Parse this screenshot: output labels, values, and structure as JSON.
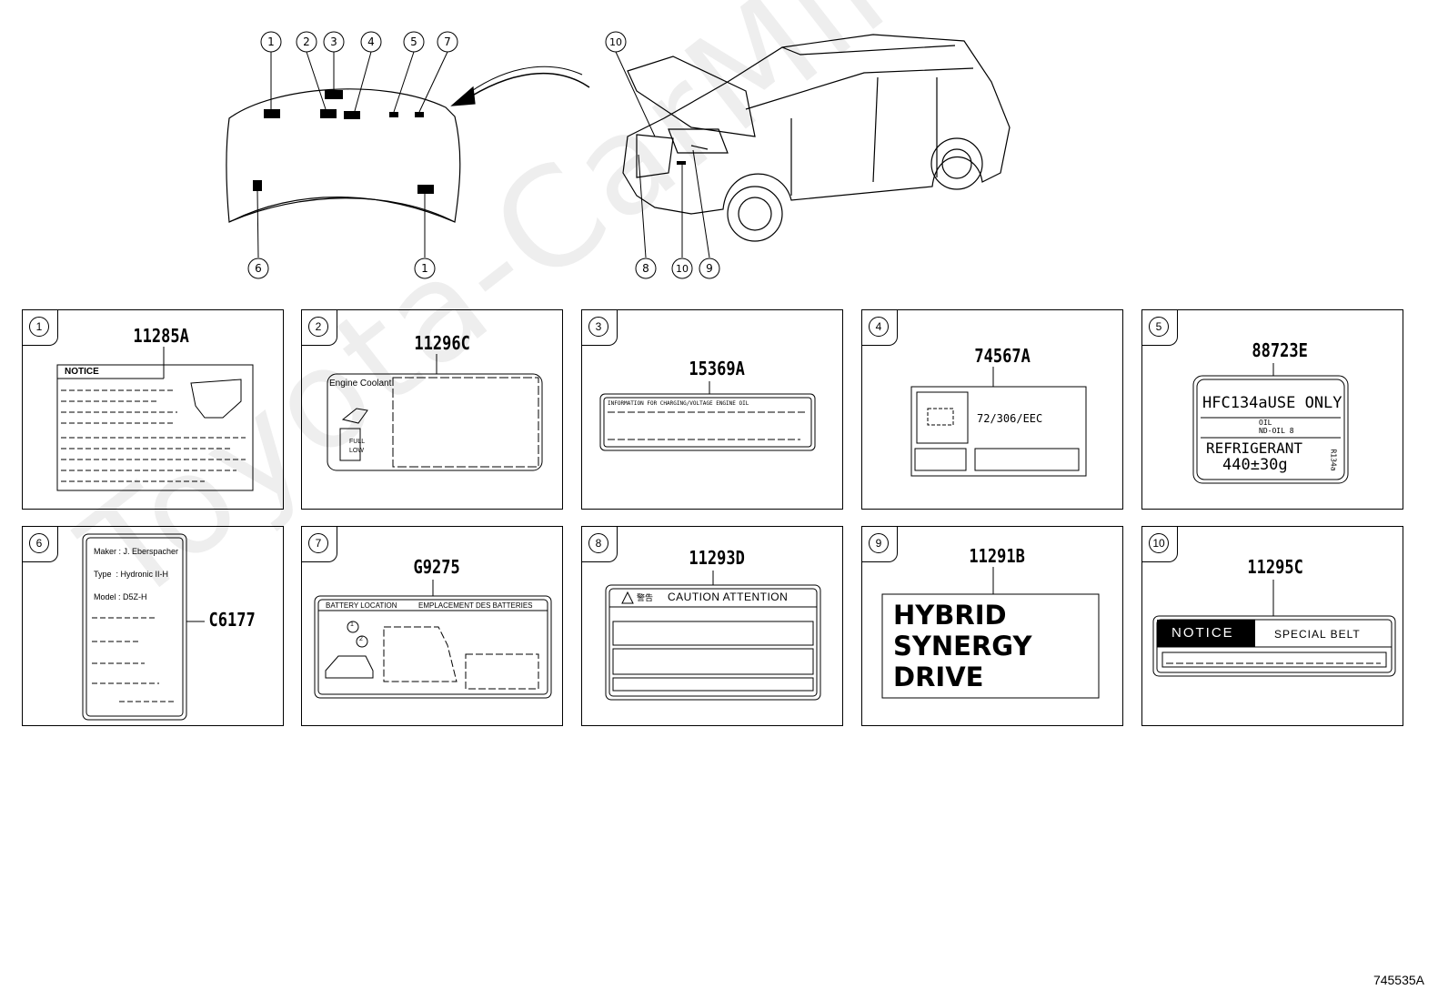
{
  "watermark": "Toyota-CarMine.ru",
  "figure_id": "745535A",
  "overview": {
    "hood_callouts": [
      "1",
      "2",
      "3",
      "4",
      "5",
      "7",
      "6",
      "1"
    ],
    "car_callouts": [
      "10",
      "8",
      "10",
      "9"
    ]
  },
  "panels": [
    {
      "num": "1",
      "part": "11285A",
      "notice": "NOTICE"
    },
    {
      "num": "2",
      "part": "11296C",
      "title": "Engine Coolant",
      "full": "FULL",
      "low": "LOW"
    },
    {
      "num": "3",
      "part": "15369A",
      "header": "INFORMATION FOR CHARGING/VOLTAGE ENGINE OIL"
    },
    {
      "num": "4",
      "part": "74567A",
      "text": "72/306/EEC"
    },
    {
      "num": "5",
      "part": "88723E",
      "line1": "HFC134aUSE ONLY",
      "oil_a": "OIL",
      "oil_b": "ND-OIL 8",
      "line3": "REFRIGERANT",
      "line4": "440±30g",
      "side": "R134a"
    },
    {
      "num": "6",
      "part": "C6177",
      "maker": "Maker : J. Eberspacher",
      "type": "Type  : Hydronic II-H",
      "model": "Model : D5Z-H"
    },
    {
      "num": "7",
      "part": "G9275",
      "header_left": "BATTERY LOCATION",
      "header_right": "EMPLACEMENT DES BATTERIES",
      "c1": "1",
      "c2": "2"
    },
    {
      "num": "8",
      "part": "11293D",
      "header": "CAUTION ATTENTION",
      "sym": "警告"
    },
    {
      "num": "9",
      "part": "11291B",
      "line1": "HYBRID",
      "line2": "SYNERGY",
      "line3": "DRIVE"
    },
    {
      "num": "10",
      "part": "11295C",
      "left": "NOTICE",
      "right": "SPECIAL BELT"
    }
  ]
}
